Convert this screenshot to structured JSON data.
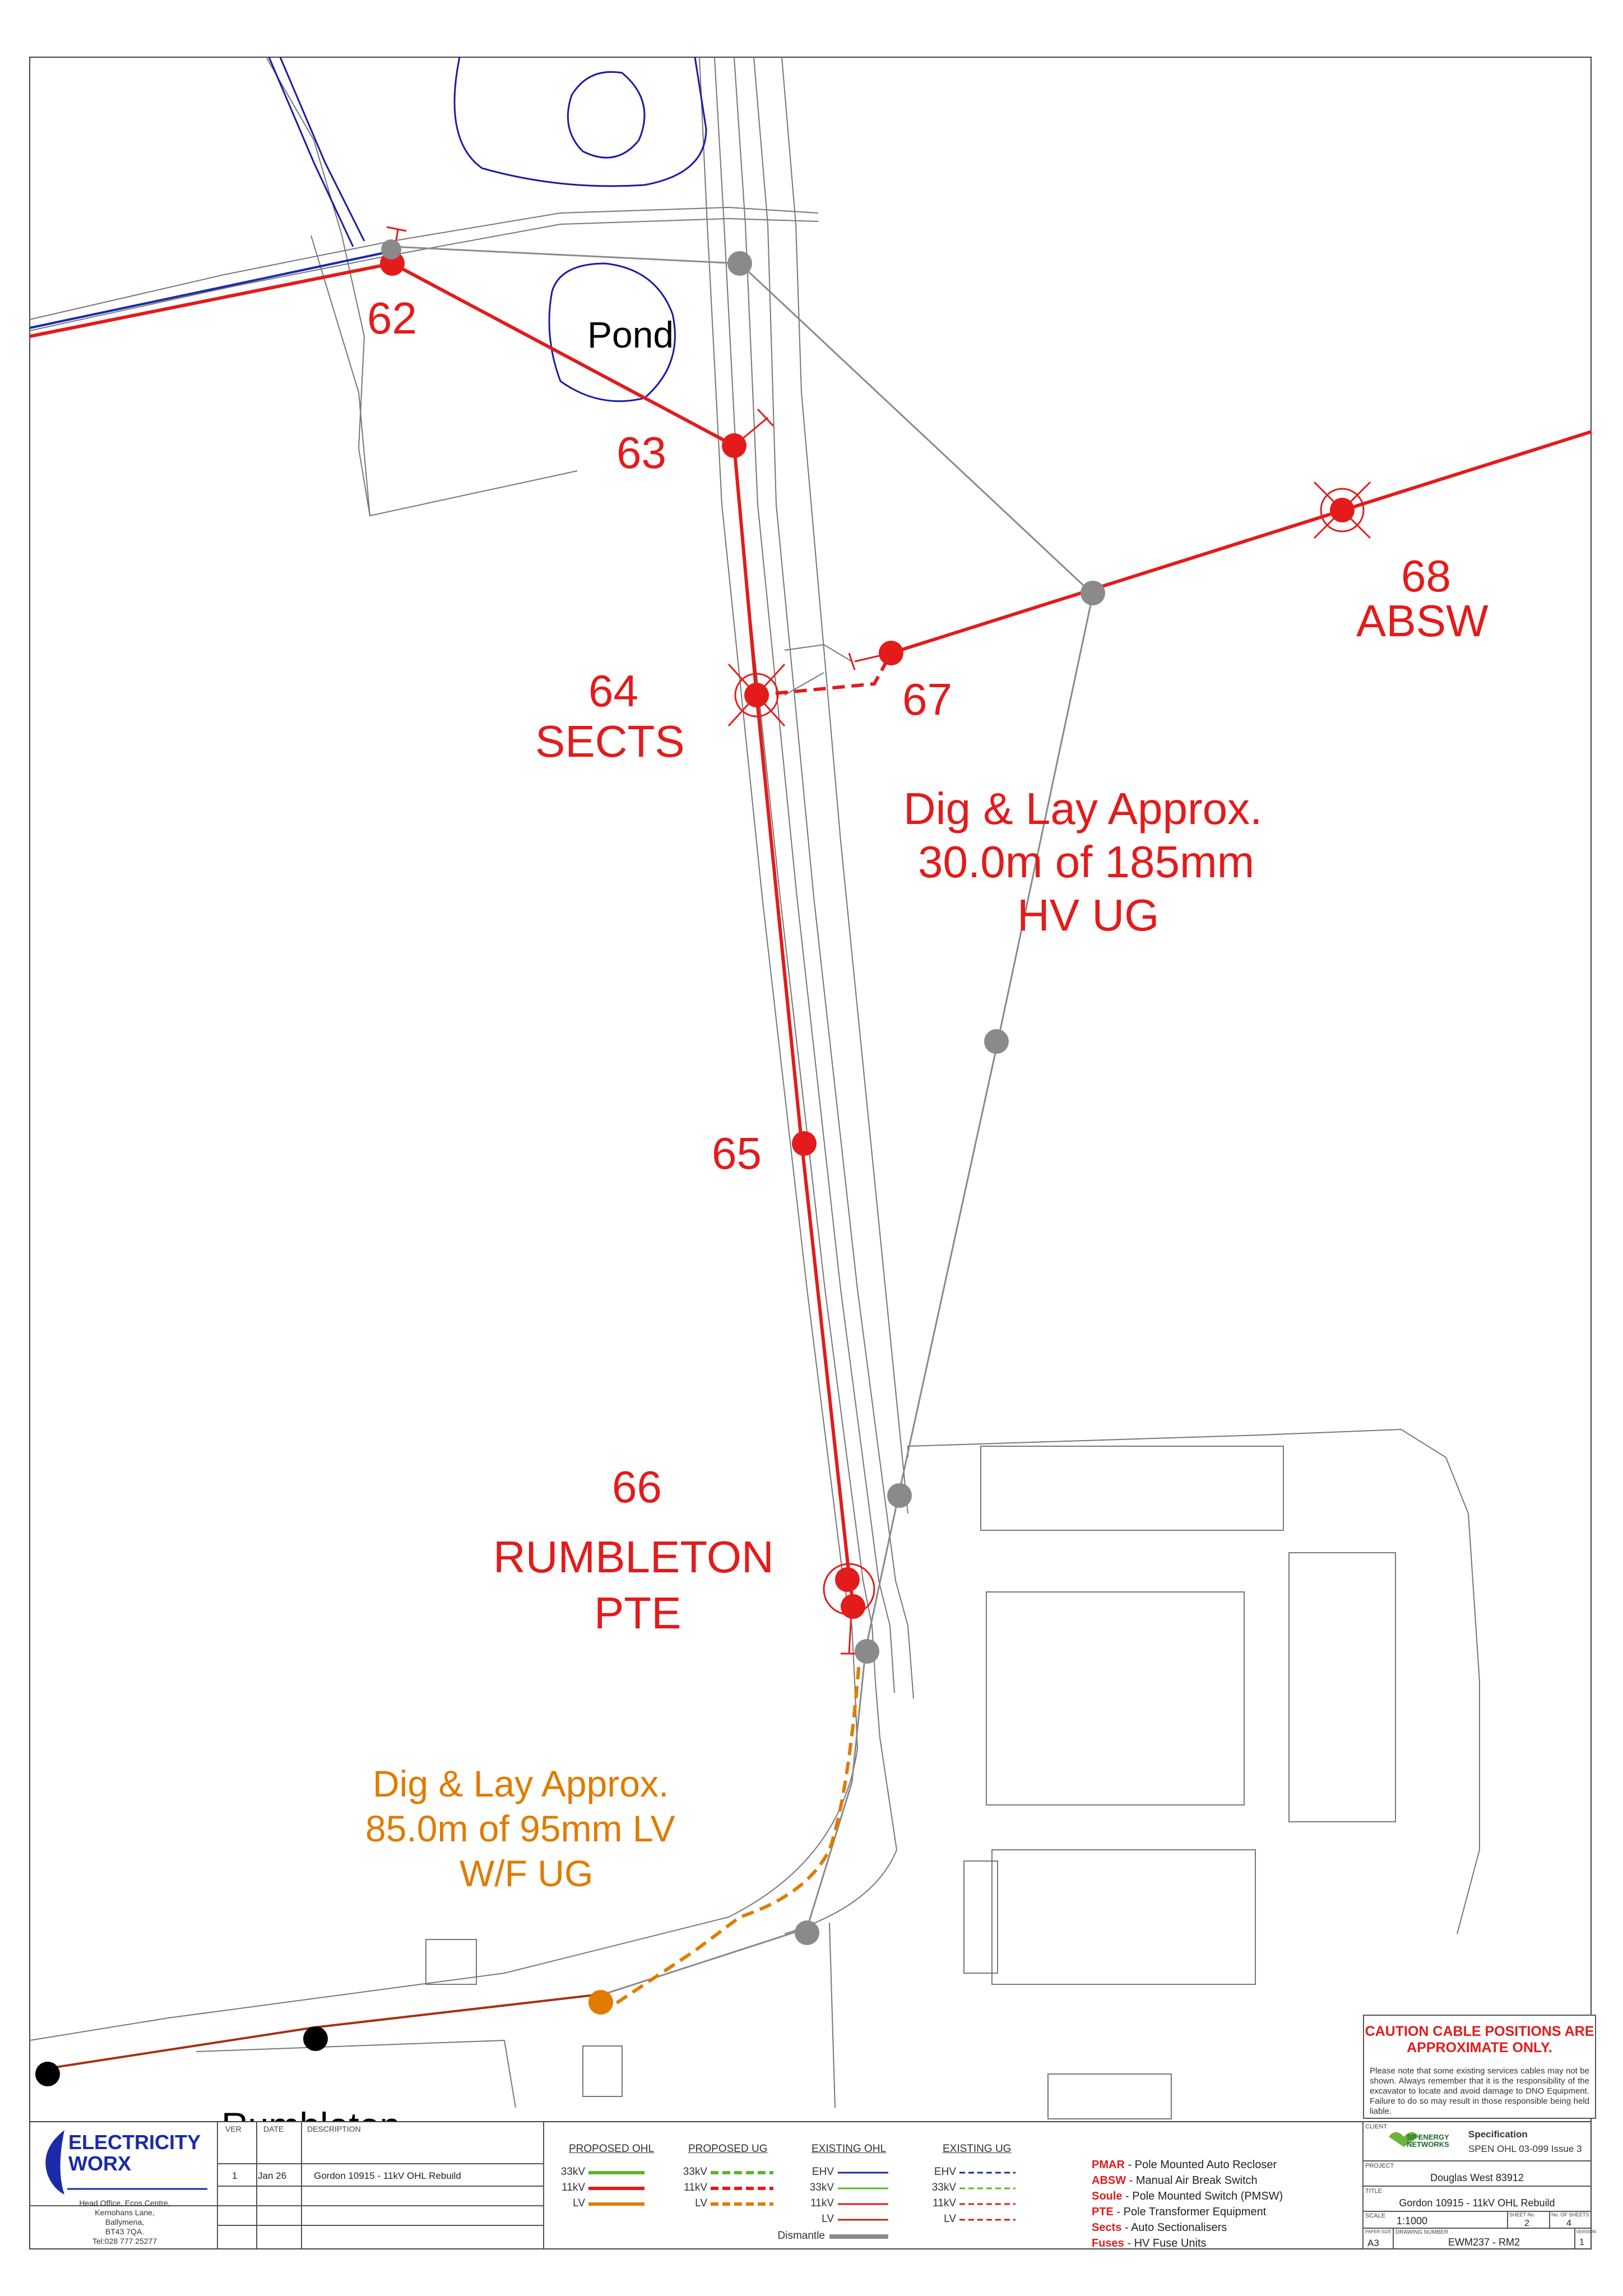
{
  "labels": {
    "pole_62": "62",
    "pole_63": "63",
    "pole_64": "64",
    "pole_64_sub": "SECTS",
    "pole_65": "65",
    "pole_66": "66",
    "pole_66_sub1": "RUMBLETON",
    "pole_66_sub2": "PTE",
    "pole_67": "67",
    "pole_68": "68",
    "pole_68_sub": "ABSW",
    "pond": "Pond",
    "rumbleton": "Rumbleton",
    "hv_note": [
      "Dig & Lay Approx.",
      "30.0m of 185mm",
      "HV UG"
    ],
    "lv_note": [
      "Dig & Lay Approx.",
      "85.0m of 95mm LV",
      "W/F UG"
    ]
  },
  "caution": {
    "title_1": "CAUTION CABLE POSITIONS ARE",
    "title_2": "APPROXIMATE ONLY.",
    "body": "Please note that some existing services cables may not be shown. Always remember that it is the responsibility of the excavator to locate and avoid damage to DNO Equipment. Failure to do so may result in those responsible being held liable."
  },
  "title_block": {
    "company_1": "ELECTRICITY",
    "company_2": "WORX",
    "address": [
      "Head Office, Ecos Centre,",
      "Kernohans Lane,",
      "Ballymena,",
      "BT43 7QA.",
      "Tel:028 777 25277"
    ],
    "rev_headers": {
      "ver": "VER",
      "date": "DATE",
      "desc": "DESCRIPTION"
    },
    "rev": {
      "ver": "1",
      "date": "Jan 26",
      "desc": "Gordon 10915 - 11kV OHL Rebuild"
    },
    "legend": {
      "proposed_ohl": {
        "title": "PROPOSED OHL",
        "items": [
          "33kV",
          "11kV",
          "LV"
        ]
      },
      "proposed_ug": {
        "title": "PROPOSED UG",
        "items": [
          "33kV",
          "11kV",
          "LV"
        ]
      },
      "existing_ohl": {
        "title": "EXISTING OHL",
        "items": [
          "EHV",
          "33kV",
          "11kV",
          "LV",
          "Dismantle"
        ]
      },
      "existing_ug": {
        "title": "EXISTING UG",
        "items": [
          "EHV",
          "33kV",
          "11kV",
          "LV"
        ]
      }
    },
    "abbreviations": [
      {
        "key": "PMAR",
        "desc": "- Pole Mounted Auto Recloser"
      },
      {
        "key": "ABSW",
        "desc": "- Manual Air Break Switch"
      },
      {
        "key": "Soule",
        "desc": "- Pole Mounted Switch (PMSW)"
      },
      {
        "key": "PTE",
        "desc": "- Pole Transformer Equipment"
      },
      {
        "key": "Sects",
        "desc": "- Auto Sectionalisers"
      },
      {
        "key": "Fuses",
        "desc": "- HV Fuse Units"
      }
    ],
    "client_label": "CLIENT",
    "client_name_1": "SP ENERGY",
    "client_name_2": "NETWORKS",
    "spec_label": "Specification",
    "spec_value": "SPEN OHL 03-099 Issue 3",
    "project_label": "PROJECT",
    "project_value": "Douglas West 83912",
    "title_label": "TITLE",
    "title_value": "Gordon 10915 - 11kV OHL Rebuild",
    "scale_label": "SCALE",
    "scale_value": "1:1000",
    "sheet_no_label": "SHEET No.",
    "no_sheets_label": "No. OF SHEETS",
    "sheet_no": "2",
    "no_sheets": "4",
    "paper_label": "PAPER SIZE",
    "paper_value": "A3",
    "drawing_label": "DRAWING NUMBER",
    "drawing_value": "EWM237 - RM2",
    "version_label": "VERSION",
    "version_value": "1"
  },
  "colors": {
    "proposed_11kv": "#e31b1b",
    "proposed_lv": "#e07b00",
    "proposed_33kv": "#5fb52a",
    "existing_ehv": "#1a2aa8",
    "existing_grey": "#8a8a8a",
    "existing_lv_brown": "#a83010",
    "water_blue": "#1a1aa8"
  }
}
